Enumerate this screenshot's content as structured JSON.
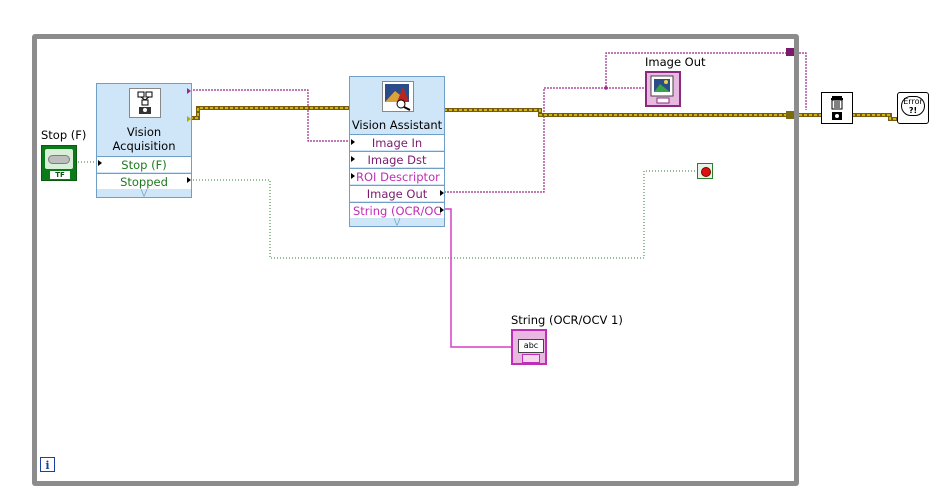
{
  "window": {
    "title": "LabVIEW Block Diagram"
  },
  "controls": {
    "stop_control": {
      "label": "Stop (F)",
      "terminal_text": "TF"
    }
  },
  "vision_acquisition": {
    "title_line1": "Vision",
    "title_line2": "Acquisition",
    "rows": [
      "Stop (F)",
      "Stopped"
    ]
  },
  "vision_assistant": {
    "title": "Vision Assistant",
    "rows": [
      "Image In",
      "Image Dst",
      "ROI Descriptor (",
      "Image Out",
      "String (OCR/OC"
    ]
  },
  "indicators": {
    "image_out": {
      "label": "Image Out"
    },
    "string_out": {
      "label": "String (OCR/OCV 1)",
      "terminal_text": "abc"
    }
  },
  "error_handler": {
    "text": "Error"
  },
  "colors": {
    "image_wire": "#9a2a8a",
    "error_wire": "#b8a800",
    "boolean_wire": "#2c7d2c",
    "string_wire": "#d63fc6",
    "express_fill": "#cfe6f8",
    "loop_frame": "#8c8c8c"
  }
}
